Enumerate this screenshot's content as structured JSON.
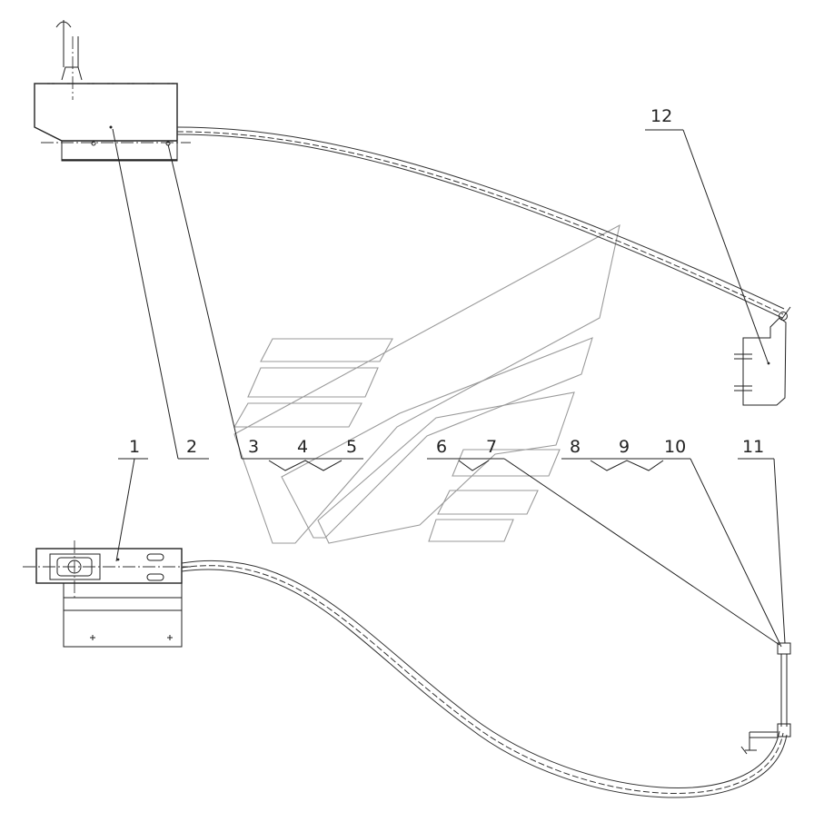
{
  "diagram": {
    "callouts": [
      {
        "id": "c1",
        "label": "1"
      },
      {
        "id": "c2",
        "label": "2"
      },
      {
        "id": "c3",
        "label": "3"
      },
      {
        "id": "c4",
        "label": "4"
      },
      {
        "id": "c5",
        "label": "5"
      },
      {
        "id": "c6",
        "label": "6"
      },
      {
        "id": "c7",
        "label": "7"
      },
      {
        "id": "c8",
        "label": "8"
      },
      {
        "id": "c9",
        "label": "9"
      },
      {
        "id": "c10",
        "label": "10"
      },
      {
        "id": "c11",
        "label": "11"
      },
      {
        "id": "c12",
        "label": "12"
      }
    ],
    "colors": {
      "line": "#222222",
      "watermark": "#9a9a9a",
      "background": "#ffffff"
    }
  }
}
